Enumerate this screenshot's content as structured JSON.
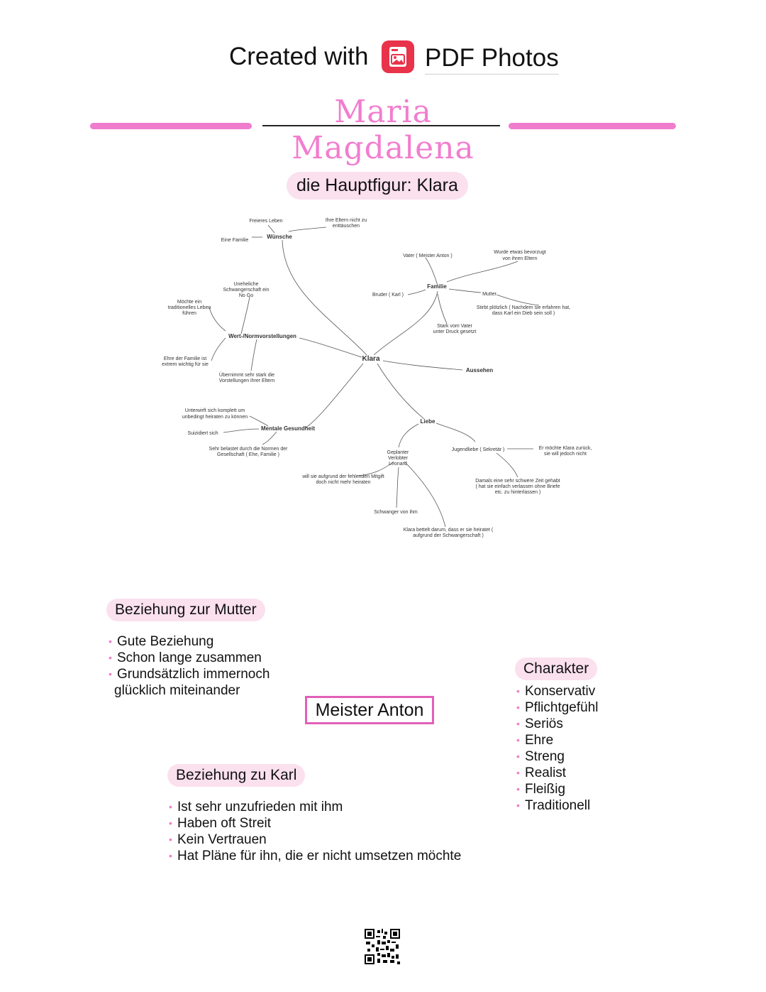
{
  "header": {
    "created_with": "Created with",
    "brand": "PDF Photos",
    "brand_icon": "pdf-photos-icon"
  },
  "title": "Maria Magdalena",
  "colors": {
    "accent_pink": "#f07ccd",
    "pill_bg": "#fbe0ee",
    "border_pink": "#e25fb8",
    "logo_red": "#e8334a"
  },
  "hauptfigur": "die Hauptfigur: Klara",
  "mindmap": {
    "center": "Klara",
    "wuensche": {
      "label": "Wünsche",
      "freieres": "Freieres Leben",
      "eltern1": "Ihre Eltern nicht zu",
      "eltern2": "enttäuschen",
      "familie": "Eine Familie"
    },
    "wert": {
      "label": "Wert-/Normvorstellungen",
      "unehelich1": "Uneheliche",
      "unehelich2": "Schwangerschaft ein",
      "unehelich3": "No Go",
      "trad1": "Möchte ein",
      "trad2": "traditionelles Leben",
      "trad3": "führen",
      "ehre1": "Ehre der Familie ist",
      "ehre2": "extrem wichtig für sie",
      "ueber1": "Übernimmt sehr stark die",
      "ueber2": "Vorstellungen ihrer Eltern"
    },
    "familie": {
      "label": "Familie",
      "vater": "Vater ( Meister Anton )",
      "bevorzugt1": "Wurde etwas bevorzugt",
      "bevorzugt2": "von ihren Eltern",
      "bruder": "Bruder ( Karl )",
      "mutter": "Mutter",
      "stirbt1": "Stirbt plötzlich ( Nachdem sie erfahren hat,",
      "stirbt2": "dass Karl ein Dieb sein soll )",
      "druck1": "Stark vom Vater",
      "druck2": "unter Druck gesetzt"
    },
    "aussehen": "Aussehen",
    "mental": {
      "label": "Mentale Gesundheit",
      "unter1": "Unterwirft sich komplett um",
      "unter2": "unbedingt heiraten zu können",
      "suizid": "Suizidiert sich",
      "belastet1": "Sehr belastet durch die Normen der",
      "belastet2": "Gesellschaft ( Ehe, Familie )"
    },
    "liebe": {
      "label": "Liebe",
      "verlobter1": "Geplanter",
      "verlobter2": "Verlobter",
      "verlobter3": "Leonard",
      "jugend": "Jugendliebe ( Sekretär )",
      "zurueck1": "Er möchte Klara zurück,",
      "zurueck2": "sie will jedoch nicht",
      "mitgift1": "will sie aufgrund der fehlenden Mitgift",
      "mitgift2": "doch nicht mehr heiraten",
      "schwer1": "Damals eine sehr schwere Zeit gehabt",
      "schwer2": "( hat sie einfach verlassen ohne Briefe",
      "schwer3": "etc. zu hinterlassen )",
      "schwanger": "Schwanger von ihm",
      "bettelt1": "Klara bettelt darum, dass er sie heiratet (",
      "bettelt2": "aufgrund der Schwangerschaft )"
    }
  },
  "mutter": {
    "heading": "Beziehung zur Mutter",
    "items": [
      "Gute Beziehung",
      "Schon lange zusammen",
      "Grundsätzlich immernoch"
    ],
    "continuation": "glücklich miteinander"
  },
  "anton": "Meister Anton",
  "karl": {
    "heading": "Beziehung zu Karl",
    "items": [
      "Ist sehr unzufrieden mit ihm",
      "Haben oft Streit",
      "Kein Vertrauen",
      "Hat Pläne für ihn, die er nicht umsetzen möchte"
    ]
  },
  "charakter": {
    "heading": "Charakter",
    "items": [
      "Konservativ",
      "Pflichtgefühl",
      "Seriös",
      "Ehre",
      "Streng",
      "Realist",
      "Fleißig",
      "Traditionell"
    ]
  },
  "footer": {
    "qr_icon": "qr-code-icon"
  }
}
